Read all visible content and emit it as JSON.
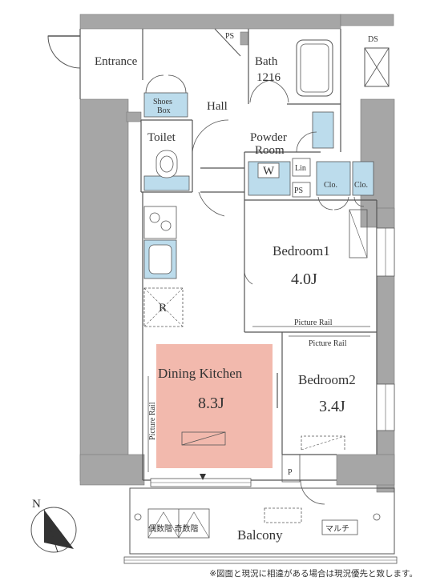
{
  "labels": {
    "ps_top": "PS",
    "ds": "DS",
    "entrance": "Entrance",
    "bath": "Bath",
    "bath_size": "1216",
    "shoes_box_1": "Shoes",
    "shoes_box_2": "Box",
    "hall": "Hall",
    "toilet": "Toilet",
    "powder_room_1": "Powder",
    "powder_room_2": "Room",
    "washer": "W",
    "linen": "Lin",
    "ps_mid": "PS",
    "clo_1": "Clo.",
    "clo_2": "Clo.",
    "fridge": "R",
    "bedroom1": "Bedroom1",
    "bedroom1_size": "4.0J",
    "picture_rail_1": "Picture Rail",
    "picture_rail_2": "Picture Rail",
    "picture_rail_3": "Picture Rail",
    "dining_kitchen": "Dining Kitchen",
    "dining_kitchen_size": "8.3J",
    "bedroom2": "Bedroom2",
    "bedroom2_size": "3.4J",
    "p": "P",
    "balcony": "Balcony",
    "escape_ladder": "偶数階 奇数階",
    "multi": "マルチ",
    "compass": "N",
    "disclaimer": "※図面と現況に相違がある場合は現況優先と致します。"
  },
  "colors": {
    "wall": "#a6a6a6",
    "line": "#555555",
    "fixture": "#bcdcec",
    "dining_kitchen": "#f2b9ad"
  }
}
